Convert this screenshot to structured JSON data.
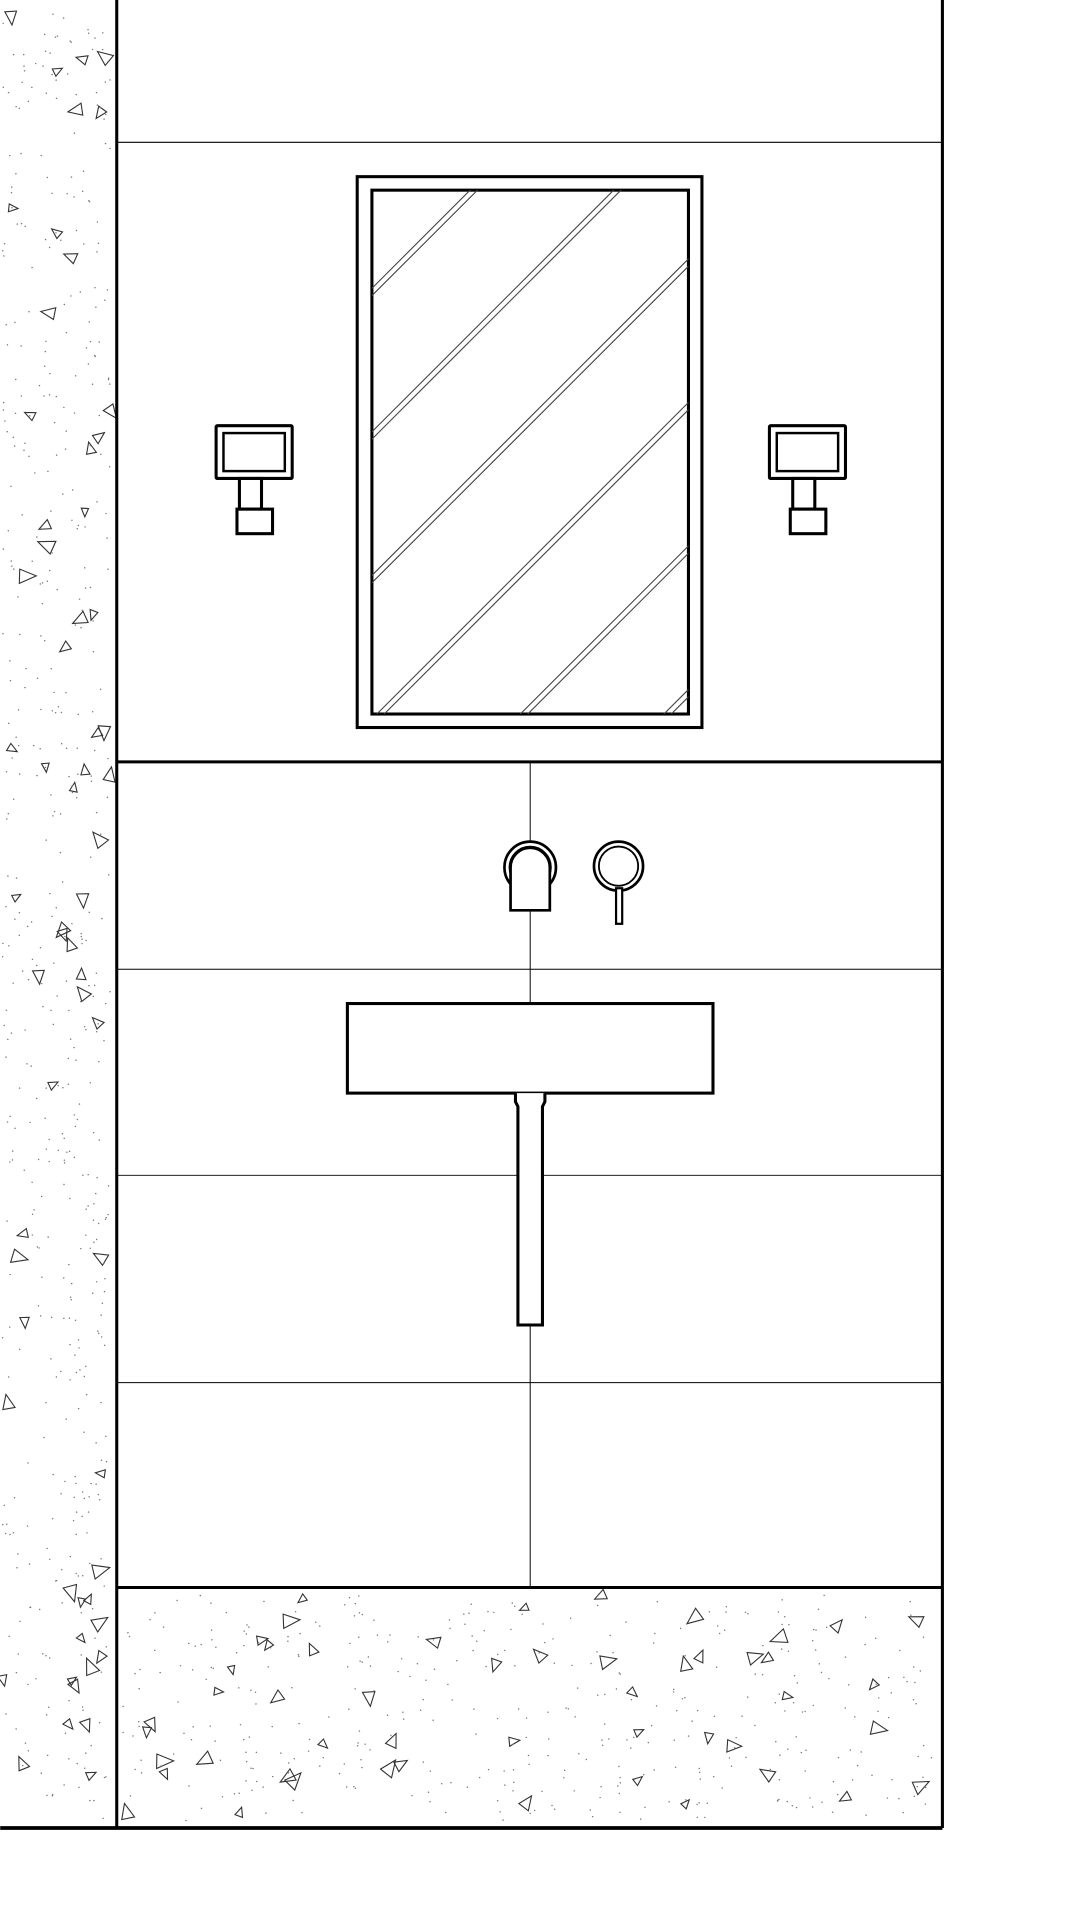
{
  "drawing": {
    "type": "bathroom wall elevation",
    "elements": [
      "concrete-wall-section",
      "wall-tiles",
      "mirror",
      "wall-sconce-left",
      "wall-sconce-right",
      "wall-mounted-spout",
      "mixer-lever",
      "wall-hung-basin",
      "drain-pipe",
      "concrete-floor-section"
    ],
    "colors": {
      "line": "#000000",
      "background": "#ffffff",
      "hatch": "#555555"
    }
  }
}
